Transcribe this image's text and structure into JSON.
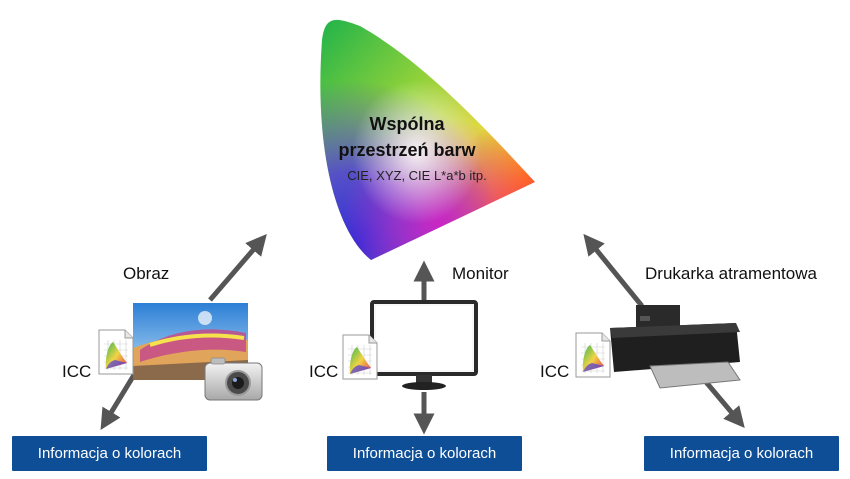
{
  "center": {
    "title_line1": "Wspólna",
    "title_line2": "przestrzeń barw",
    "subtitle": "CIE, XYZ, CIE L*a*b itp."
  },
  "devices": [
    {
      "label": "Obraz",
      "icc": "ICC",
      "button": "Informacja o kolorach"
    },
    {
      "label": "Monitor",
      "icc": "ICC",
      "button": "Informacja o kolorach"
    },
    {
      "label": "Drukarka atramentowa",
      "icc": "ICC",
      "button": "Informacja o kolorach"
    }
  ],
  "colors": {
    "button_bg": "#0e4e97",
    "arrow": "#555555"
  }
}
